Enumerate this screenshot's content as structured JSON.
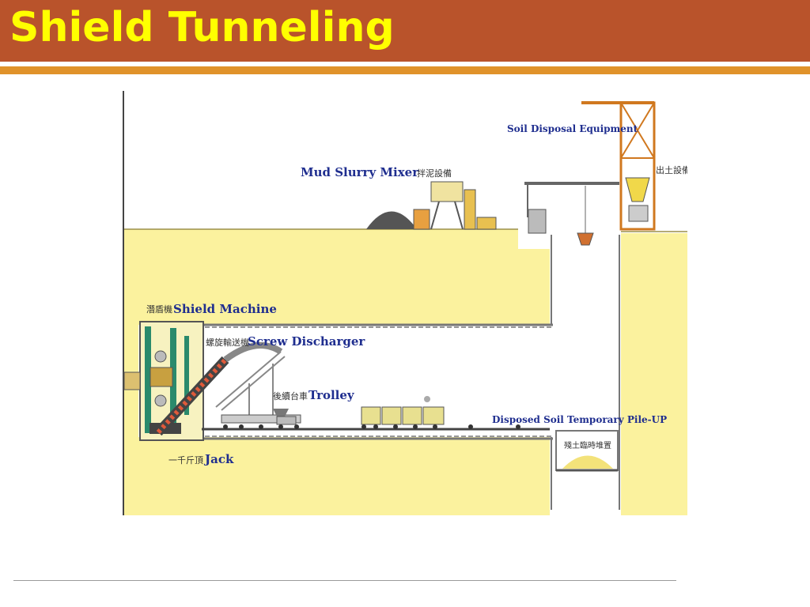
{
  "slide": {
    "title": "Shield Tunneling"
  },
  "diagram": {
    "labels": {
      "soil_disposal": "Soil Disposal Equipment",
      "soil_disposal_cn": "出土設備",
      "mud_mixer": "Mud Slurry Mixer",
      "mud_mixer_cn": "拌泥設備",
      "shield_machine": "Shield Machine",
      "shield_machine_cn": "潛盾機",
      "screw_discharger": "Screw Discharger",
      "screw_discharger_cn": "螺旋輸送機",
      "trolley": "Trolley",
      "trolley_cn": "後續台車",
      "jack": "Jack",
      "jack_cn": "一千斤頂",
      "pile_up": "Disposed Soil Temporary Pile-UP",
      "pile_up_cn": "殘土臨時堆置"
    },
    "colors": {
      "soil": "#fbf29e",
      "ink": "#1f2e8f",
      "rail": "#555555"
    }
  }
}
